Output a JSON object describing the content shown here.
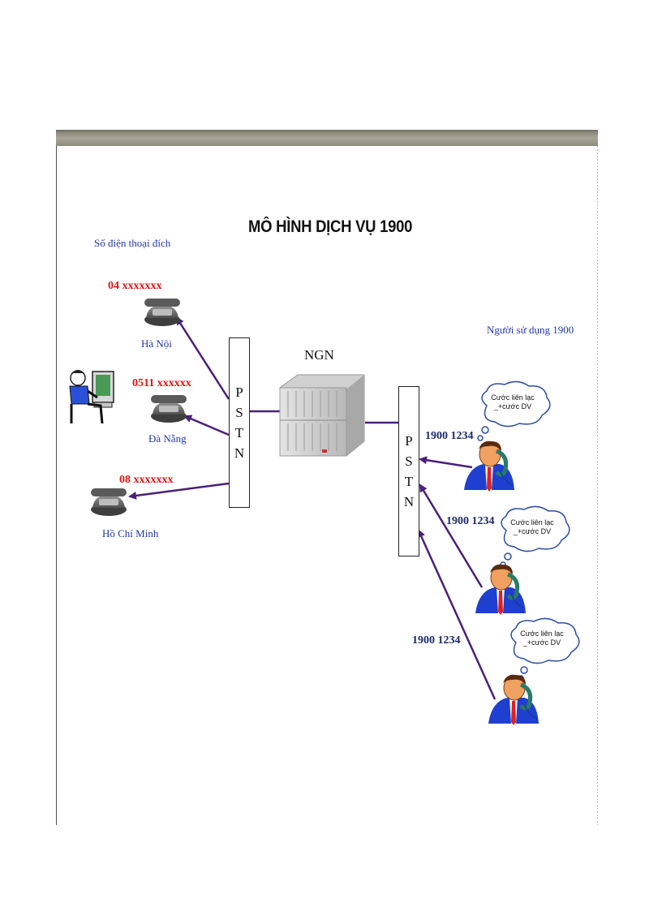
{
  "diagram": {
    "title": "MÔ HÌNH DỊCH VỤ 1900",
    "left_header": "Số điện thoại đích",
    "right_header": "Người sử dụng 1900",
    "ngn_label": "NGN",
    "pstn_letters": [
      "P",
      "S",
      "T",
      "N"
    ],
    "destinations": [
      {
        "number": "04 xxxxxxx",
        "city": "Hà Nội"
      },
      {
        "number": "0511 xxxxxx",
        "city": "Đà Nẵng"
      },
      {
        "number": "08 xxxxxxx",
        "city": "Hồ Chí Minh"
      }
    ],
    "callers": [
      {
        "dial": "1900 1234",
        "bubble_line1": "Cước liên lạc",
        "bubble_line2": "_+cước DV"
      },
      {
        "dial": "1900 1234",
        "bubble_line1": "Cước liên lạc",
        "bubble_line2": "_+cước DV"
      },
      {
        "dial": "1900 1234",
        "bubble_line1": "Cước liên lạc",
        "bubble_line2": "_+cước DV"
      }
    ],
    "colors": {
      "arrow": "#4b1f7a",
      "number_red": "#e01515",
      "label_blue": "#2436a8",
      "phone_gray": "#6a6a6a",
      "person_blue": "#1f3fd0",
      "tie_red": "#e02020"
    }
  }
}
